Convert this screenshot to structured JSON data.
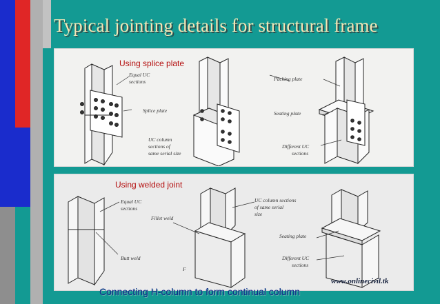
{
  "slide": {
    "title": "Typical jointing details for structural frame",
    "credit": "www.onlinecivil.tk",
    "caption": "Connecting H-column to form continual column"
  },
  "splice_panel": {
    "label": "Using splice plate",
    "annotations": {
      "equal_uc_1": "Equal UC",
      "equal_uc_2": "sections",
      "splice_plate": "Splice plate",
      "uc_column_1": "UC column",
      "uc_column_2": "sections of",
      "uc_column_3": "same serial size",
      "packing_plate": "Packing plate",
      "seating_plate": "Seating plate",
      "different_uc_1": "Different UC",
      "different_uc_2": "sections"
    }
  },
  "welded_panel": {
    "label": "Using welded joint",
    "annotations": {
      "equal_uc_1": "Equal UC",
      "equal_uc_2": "sections",
      "butt_weld": "Butt weld",
      "fillet_weld": "Fillet weld",
      "uc_column_1": "UC column sections",
      "uc_column_2": "of same serial",
      "uc_column_3": "size",
      "seating_plate": "Seating plate",
      "different_uc_1": "Different UC",
      "different_uc_2": "sections",
      "figure_letter": "F"
    }
  },
  "colors": {
    "background": "#139a93",
    "title": "#f3e6b6",
    "label_red": "#b40e0e",
    "caption": "#0d2a8a"
  }
}
